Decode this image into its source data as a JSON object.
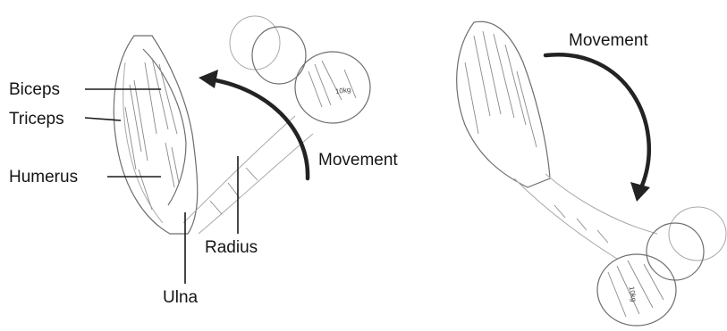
{
  "labels": {
    "biceps": "Biceps",
    "triceps": "Triceps",
    "humerus": "Humerus",
    "radius": "Radius",
    "ulna": "Ulna",
    "movement_left": "Movement",
    "movement_right": "Movement"
  },
  "weights": {
    "left": "10kg",
    "right": "10kg"
  },
  "colors": {
    "ink": "#151515",
    "sketch": "#6e6e6e",
    "arrow": "#232323"
  }
}
